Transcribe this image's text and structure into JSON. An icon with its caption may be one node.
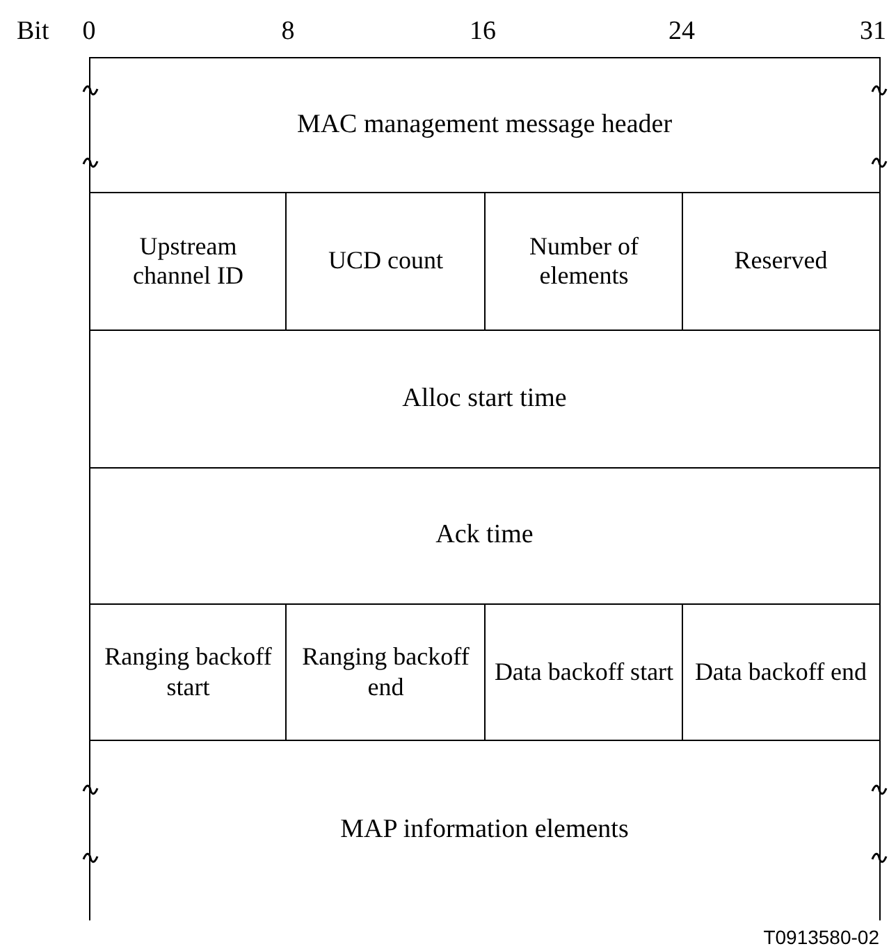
{
  "diagram": {
    "nodes": [
      {
        "text": [
          "MAC management message header"
        ]
      },
      {
        "text": [
          "Upstream channel ID"
        ]
      },
      {
        "text": [
          "UCD count"
        ]
      },
      {
        "text": [
          "Number of elements"
        ]
      },
      {
        "text": [
          "Reserved"
        ]
      },
      {
        "text": [
          "Alloc start time"
        ]
      },
      {
        "text": [
          "Ack time"
        ]
      },
      {
        "text": [
          "Ranging backoff start"
        ]
      },
      {
        "text": [
          "Ranging backoff end"
        ]
      },
      {
        "text": [
          "Data backoff start"
        ]
      },
      {
        "text": [
          "Data backoff end"
        ]
      },
      {
        "text": [
          "MAP information elements"
        ]
      }
    ],
    "labels": [
      "Bit",
      "0",
      "8",
      "16",
      "24",
      "31",
      "T0913580-02"
    ]
  }
}
